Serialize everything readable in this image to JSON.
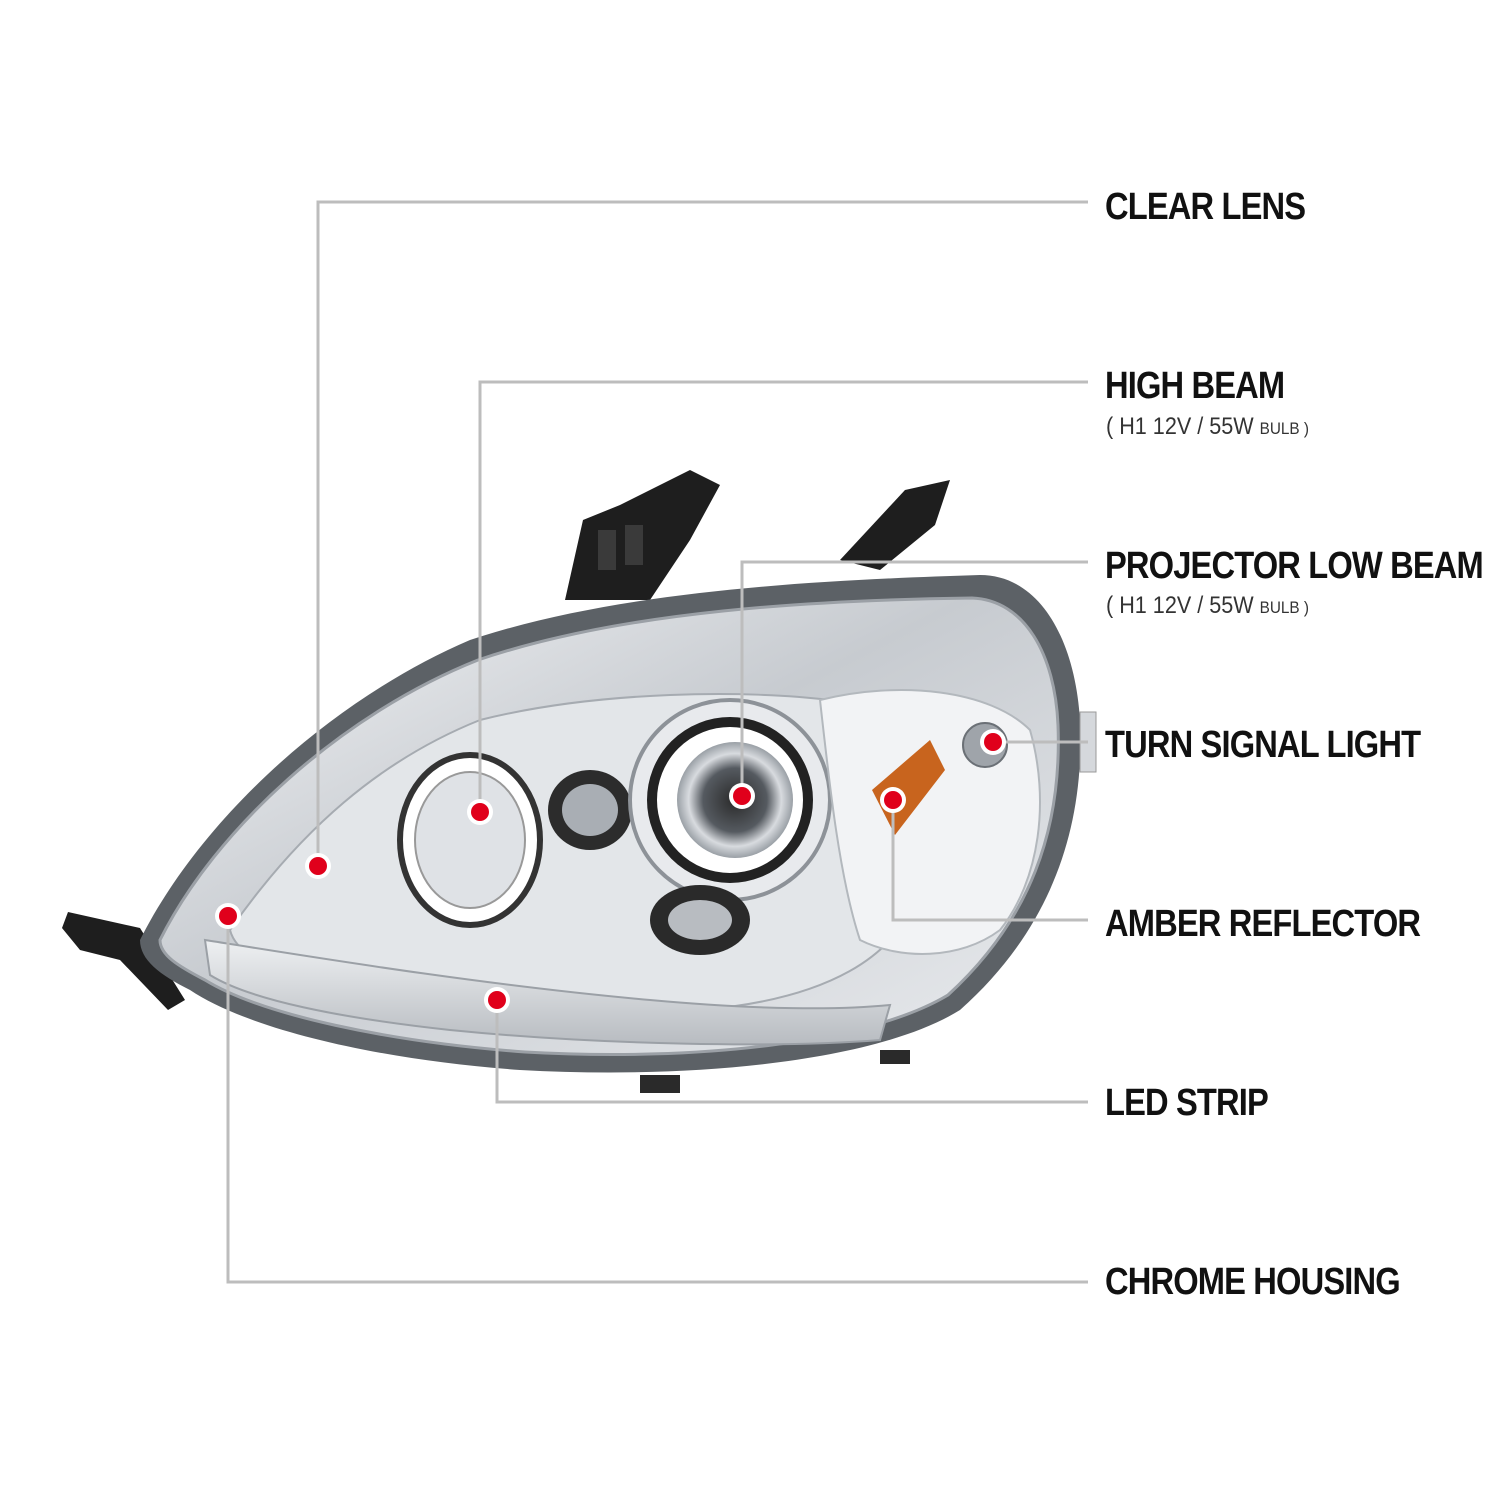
{
  "diagram": {
    "colors": {
      "leader_line": "#bdbdbd",
      "marker": "#e0001b",
      "label_text": "#111111",
      "housing_chrome": "#c9ccd0",
      "bracket_black": "#1e1e1e",
      "amber": "#c8641e"
    },
    "product_image": "chrome-projector-headlight-with-led-strip",
    "callouts": [
      {
        "id": "clear-lens",
        "label": "CLEAR LENS",
        "spec_prefix": "",
        "spec_suffix": ""
      },
      {
        "id": "high-beam",
        "label": "HIGH BEAM",
        "spec_prefix": "( H1  12V / 55W",
        "spec_suffix": "BULB )"
      },
      {
        "id": "projector-low-beam",
        "label": "PROJECTOR LOW BEAM",
        "spec_prefix": "( H1  12V / 55W",
        "spec_suffix": "BULB )"
      },
      {
        "id": "turn-signal-light",
        "label": "TURN SIGNAL LIGHT",
        "spec_prefix": "",
        "spec_suffix": ""
      },
      {
        "id": "amber-reflector",
        "label": "AMBER REFLECTOR",
        "spec_prefix": "",
        "spec_suffix": ""
      },
      {
        "id": "led-strip",
        "label": "LED STRIP",
        "spec_prefix": "",
        "spec_suffix": ""
      },
      {
        "id": "chrome-housing",
        "label": "CHROME HOUSING",
        "spec_prefix": "",
        "spec_suffix": ""
      }
    ]
  }
}
